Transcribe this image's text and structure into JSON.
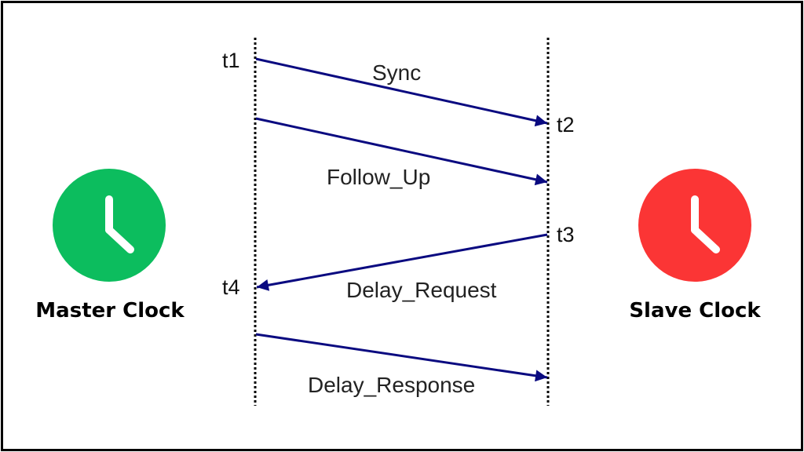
{
  "master": {
    "label": "Master Clock",
    "icon": "clock-icon",
    "color": "#0cbd5e"
  },
  "slave": {
    "label": "Slave Clock",
    "icon": "clock-icon",
    "color": "#fb3535"
  },
  "time_labels": {
    "t1": "t1",
    "t2": "t2",
    "t3": "t3",
    "t4": "t4"
  },
  "messages": [
    {
      "label": "Sync",
      "direction": "master-to-slave"
    },
    {
      "label": "Follow_Up",
      "direction": "master-to-slave"
    },
    {
      "label": "Delay_Request",
      "direction": "slave-to-master"
    },
    {
      "label": "Delay_Response",
      "direction": "master-to-slave"
    }
  ],
  "colors": {
    "arrow": "#0a0a80",
    "timeline": "#000000",
    "border": "#000000"
  }
}
